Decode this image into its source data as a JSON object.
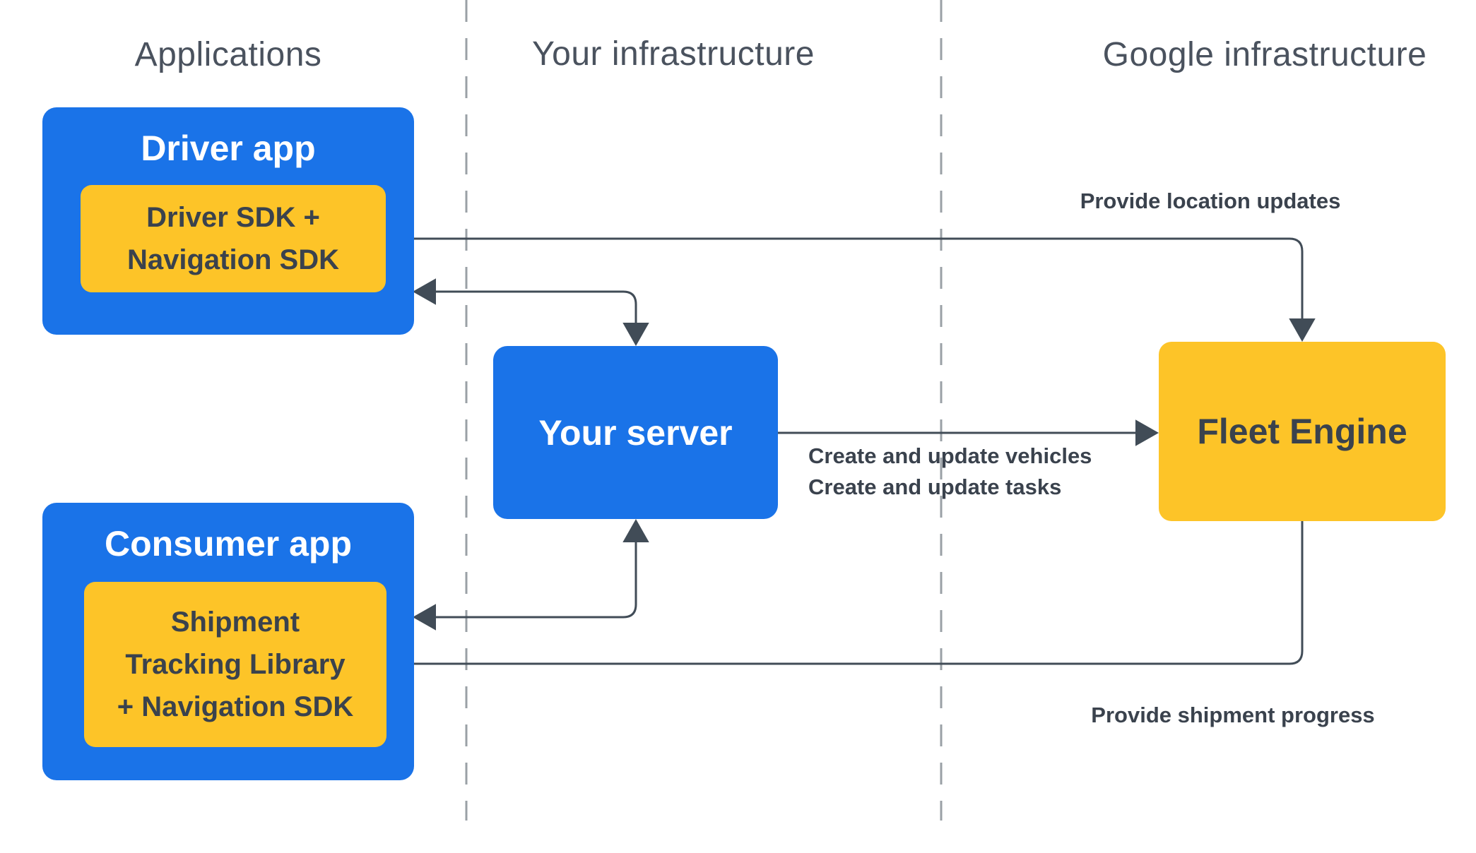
{
  "headers": [
    {
      "label": "Applications"
    },
    {
      "label": "Your infrastructure"
    },
    {
      "label": "Google infrastructure"
    }
  ],
  "nodes": {
    "driver_app": {
      "title": "Driver app",
      "sdk_lines": [
        "Driver SDK +",
        "Navigation SDK"
      ]
    },
    "consumer_app": {
      "title": "Consumer app",
      "sdk_lines": [
        "Shipment",
        "Tracking Library",
        "+ Navigation SDK"
      ]
    },
    "your_server": {
      "title": "Your server"
    },
    "fleet_engine": {
      "title": "Fleet Engine"
    }
  },
  "edge_labels": {
    "driver_fleet": "Provide location updates",
    "server_fleet_lines": [
      "Create and update vehicles",
      "Create and update tasks"
    ],
    "fleet_consumer": "Provide shipment progress"
  },
  "colors": {
    "blue": "#1a73e8",
    "yellow": "#fdc428",
    "ink": "#414c57",
    "textdark": "#3a424d",
    "headergray": "#4a525e",
    "dashgray": "#9aa0a6"
  }
}
